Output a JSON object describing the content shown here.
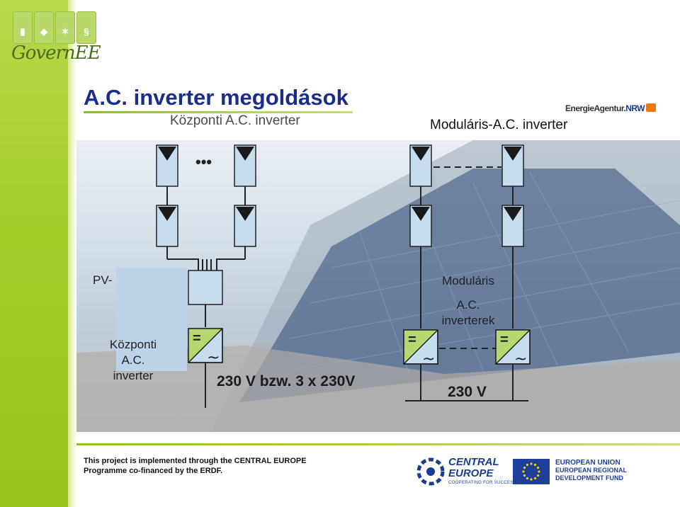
{
  "title": "A.C. inverter megoldások",
  "subtitle_left": "Központi A.C. inverter",
  "subtitle_right": "Moduláris-A.C. inverter",
  "energie_logo": {
    "name": "EnergieAgentur.",
    "suffix": "NRW"
  },
  "logo": {
    "text": "GovernEE",
    "symbols": [
      "▮",
      "◆",
      "✶",
      "§"
    ]
  },
  "diagram": {
    "ellipsis": "•••",
    "pv_label": "PV-",
    "central_label": [
      "Központi",
      "A.C.",
      "inverter"
    ],
    "modular_label": [
      "Moduláris",
      "A.C.",
      "inverterek"
    ],
    "voltage_left": "230 V bzw. 3 x 230V",
    "voltage_right": "230 V",
    "dc_symbol": "=",
    "ac_symbol": "~"
  },
  "footer": {
    "line1": "This project is implemented through the CENTRAL EUROPE",
    "line2": "Programme co-financed by the ERDF.",
    "ce_line1": "CENTRAL",
    "ce_line2": "EUROPE",
    "ce_tagline": "COOPERATING FOR SUCCESS.",
    "eu_line1": "EUROPEAN UNION",
    "eu_line2": "EUROPEAN REGIONAL",
    "eu_line3": "DEVELOPMENT FUND"
  },
  "colors": {
    "accent_green": "#9cc21f",
    "title_blue": "#1a2c8c",
    "panel_blue": "#c6dcef"
  }
}
